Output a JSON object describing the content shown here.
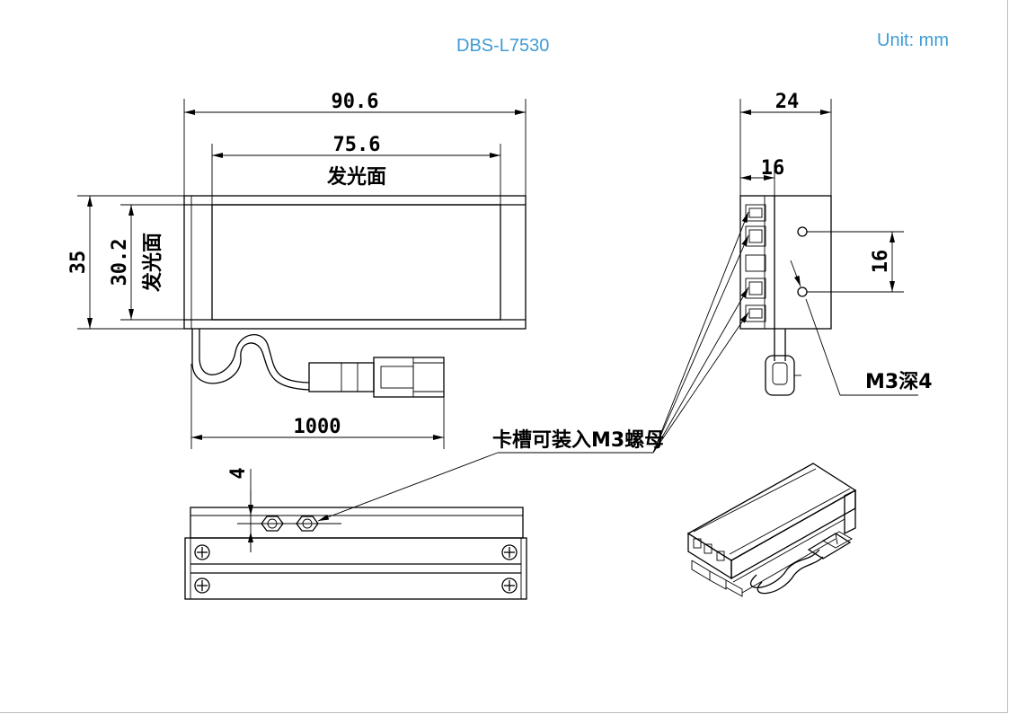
{
  "header": {
    "model": "DBS-L7530",
    "unit": "Unit: mm"
  },
  "front_view": {
    "overall_width": "90.6",
    "emitting_width": "75.6",
    "emitting_label": "发光面",
    "overall_height": "35",
    "emitting_height": "30.2",
    "emitting_height_label": "发光面",
    "cable_length": "1000"
  },
  "side_view": {
    "overall_depth": "24",
    "slot_depth": "16",
    "hole_spacing": "16",
    "hole_spec": "M3深4"
  },
  "callouts": {
    "slot_note": "卡槽可装入M3螺母"
  },
  "bottom_view": {
    "slot_offset": "4"
  },
  "colors": {
    "header_text": "#3f9bd6",
    "line": "#000000"
  }
}
